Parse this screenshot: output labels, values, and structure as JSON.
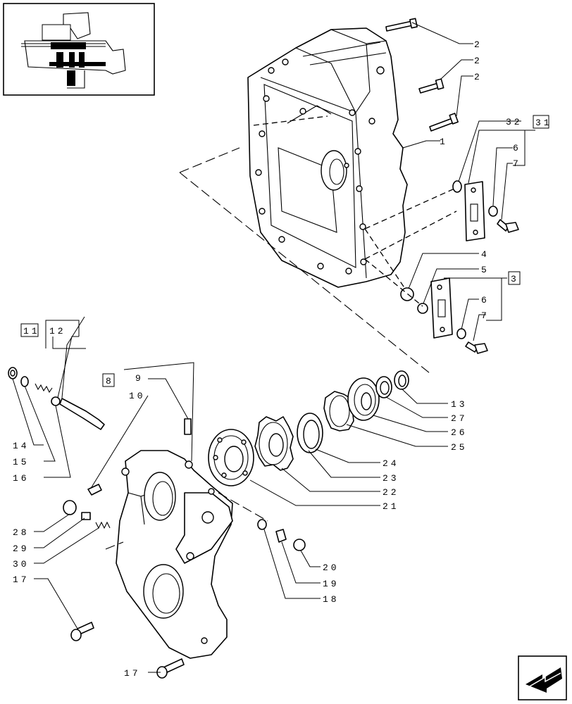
{
  "callouts": {
    "c1": "1",
    "c2a": "2",
    "c2b": "2",
    "c2c": "2",
    "c32": "32",
    "c31": "31",
    "c6a": "6",
    "c7a": "7",
    "c4": "4",
    "c5": "5",
    "c3": "3",
    "c6b": "6",
    "c7b": "7",
    "c11": "11",
    "c12": "12",
    "c8": "8",
    "c9": "9",
    "c10": "10",
    "c13": "13",
    "c27": "27",
    "c26": "26",
    "c25": "25",
    "c24": "24",
    "c23": "23",
    "c22": "22",
    "c21": "21",
    "c14": "14",
    "c15": "15",
    "c16": "16",
    "c28": "28",
    "c29": "29",
    "c30": "30",
    "c17a": "17",
    "c17b": "17",
    "c20": "20",
    "c19": "19",
    "c18": "18"
  },
  "icons": {
    "overview": "assembly-thumbnail-icon",
    "navigation": "next-page-arrow-icon"
  }
}
